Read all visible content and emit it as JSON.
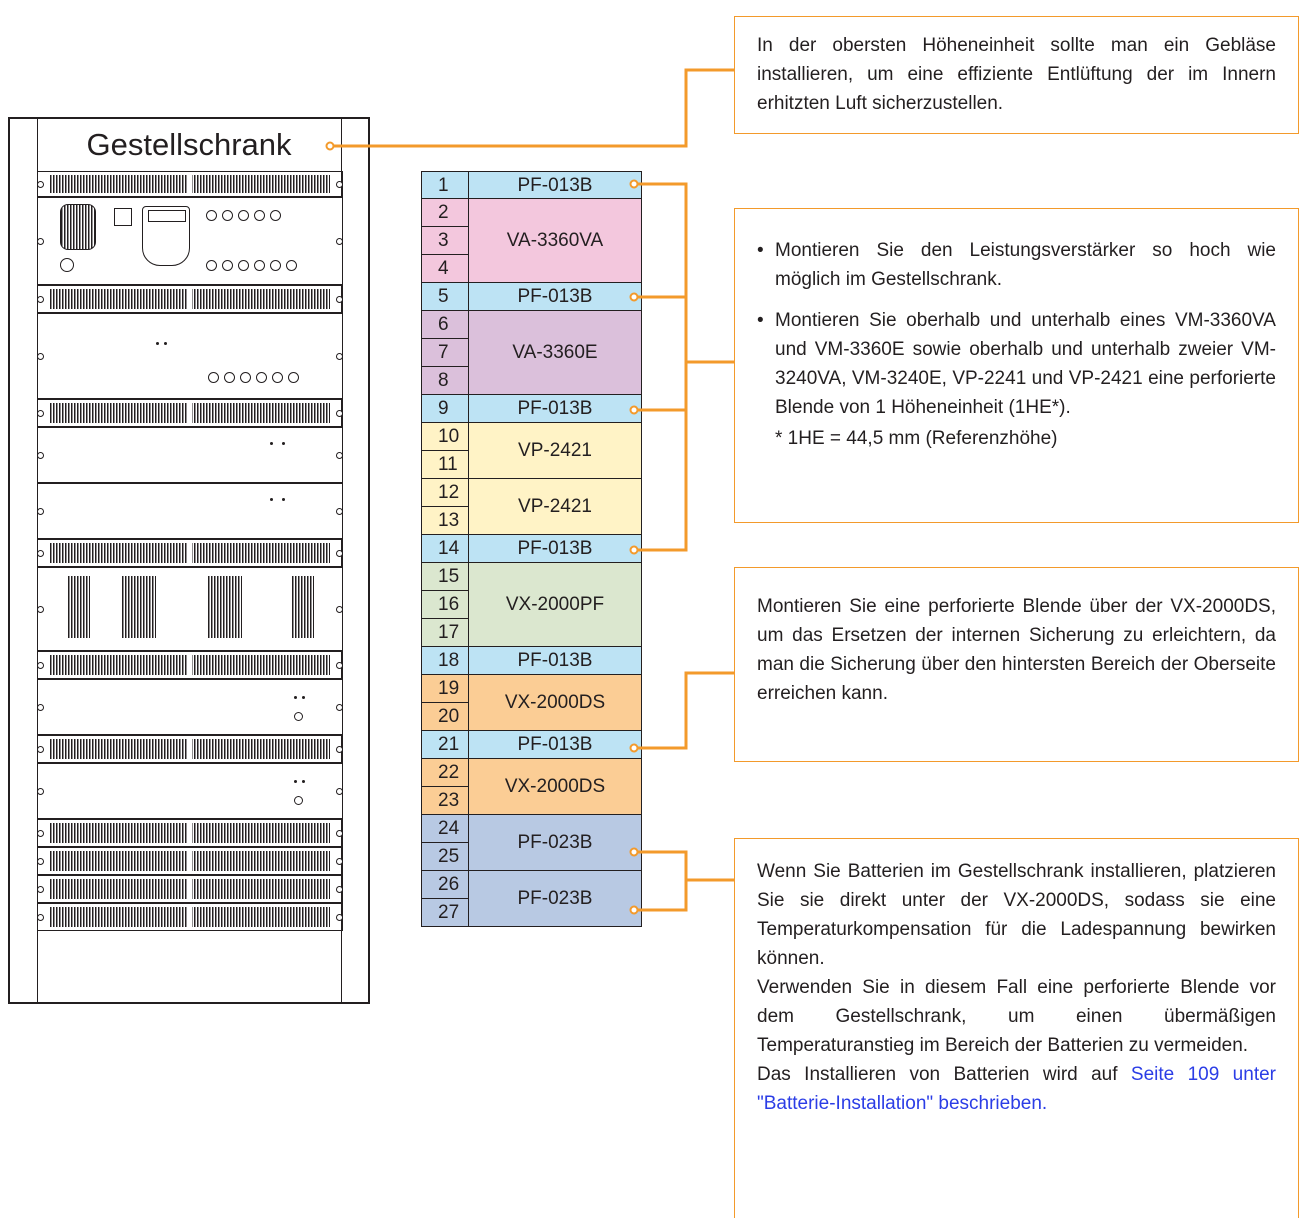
{
  "rack": {
    "title": "Gestellschrank"
  },
  "units": [
    {
      "num": "1",
      "model": "PF-013B"
    },
    {
      "num": "2",
      "model": "VA-3360VA"
    },
    {
      "num": "3",
      "model": ""
    },
    {
      "num": "4",
      "model": ""
    },
    {
      "num": "5",
      "model": "PF-013B"
    },
    {
      "num": "6",
      "model": "VA-3360E"
    },
    {
      "num": "7",
      "model": ""
    },
    {
      "num": "8",
      "model": ""
    },
    {
      "num": "9",
      "model": "PF-013B"
    },
    {
      "num": "10",
      "model": "VP-2421"
    },
    {
      "num": "11",
      "model": ""
    },
    {
      "num": "12",
      "model": "VP-2421"
    },
    {
      "num": "13",
      "model": ""
    },
    {
      "num": "14",
      "model": "PF-013B"
    },
    {
      "num": "15",
      "model": "VX-2000PF"
    },
    {
      "num": "16",
      "model": ""
    },
    {
      "num": "17",
      "model": ""
    },
    {
      "num": "18",
      "model": "PF-013B"
    },
    {
      "num": "19",
      "model": "VX-2000DS"
    },
    {
      "num": "20",
      "model": ""
    },
    {
      "num": "21",
      "model": "PF-013B"
    },
    {
      "num": "22",
      "model": "VX-2000DS"
    },
    {
      "num": "23",
      "model": ""
    },
    {
      "num": "24",
      "model": "PF-023B"
    },
    {
      "num": "25",
      "model": ""
    },
    {
      "num": "26",
      "model": "PF-023B"
    },
    {
      "num": "27",
      "model": ""
    }
  ],
  "notes": {
    "fan": "In der obersten Höheneinheit sollte man ein Gebläse installieren, um eine effiziente Entlüftung der im Innern erhitzten Luft sicherzustellen.",
    "amp": {
      "bullet1": "Montieren Sie den Leistungsverstärker so hoch wie möglich im Gestellschrank.",
      "bullet2": "Montieren Sie oberhalb und unterhalb eines VM-3360VA und VM-3360E sowie oberhalb und unterhalb zweier VM-3240VA, VM-3240E, VP-2241 und VP-2421 eine perforierte Blende von 1 Höheneinheit (1HE*).",
      "footnote": "* 1HE = 44,5 mm (Referenzhöhe)"
    },
    "fuse": "Montieren Sie eine perforierte Blende über der VX-2000DS, um das Ersetzen der internen Sicherung zu erleichtern, da man die Sicherung über den hintersten Bereich der Oberseite erreichen kann.",
    "battery": {
      "p1": "Wenn Sie Batterien im Gestellschrank installieren, platzieren Sie sie direkt unter der VX-2000DS, sodass sie eine Temperaturkompensation für die Ladespannung bewirken können.",
      "p2": "Verwenden Sie in diesem Fall eine perforierte Blende vor dem Gestellschrank, um einen übermäßigen Temperaturanstieg im Bereich der Batterien zu vermeiden.",
      "p3_text": "Das Installieren von Batterien wird auf ",
      "p3_link": "Seite 109 unter \"Batterie-Installation\" beschrieben."
    }
  },
  "colors": {
    "leader": "#f39a2b",
    "link": "#2b3de6",
    "perforated_panel": "#bde3f4",
    "va3360va": "#f3c7dd",
    "va3360e": "#dbc0db",
    "vp2421": "#fff3c6",
    "vx2000pf": "#dbe7cf",
    "vx2000ds": "#fbcd95",
    "pf023b": "#b8c9e3"
  }
}
